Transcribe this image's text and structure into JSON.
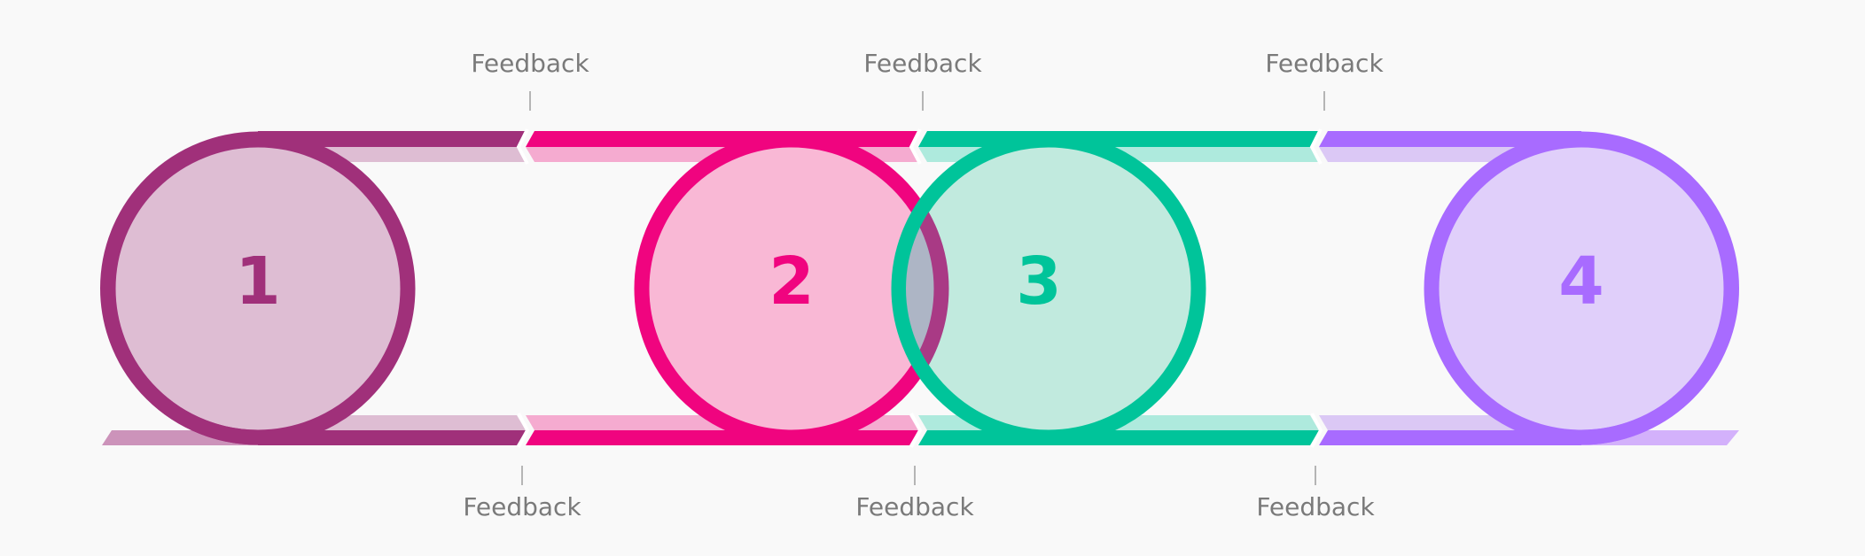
{
  "diagram": {
    "type": "iterative-process-cycle",
    "background": "#f9f9f9",
    "steps": [
      {
        "label": "1",
        "dark": "#A0307A",
        "band_light": "#DEBDD3",
        "fill": "#DEBDD3",
        "accent": "#CC93BA"
      },
      {
        "label": "2",
        "dark": "#F0047F",
        "band_light": "#F5ABD0",
        "fill": "#F9B8D5"
      },
      {
        "label": "3",
        "dark": "#00C49A",
        "band_light": "#AEEADD",
        "fill": "#C1EADE"
      },
      {
        "label": "4",
        "dark": "#A86BFF",
        "band_light": "#DBC8F5",
        "fill": "#E0CFFA",
        "accent": "#D3B1FB"
      }
    ],
    "feedback_top": [
      {
        "label": "Feedback"
      },
      {
        "label": "Feedback"
      },
      {
        "label": "Feedback"
      }
    ],
    "feedback_bottom": [
      {
        "label": "Feedback"
      },
      {
        "label": "Feedback"
      },
      {
        "label": "Feedback"
      }
    ],
    "label_color": "#7a7a7a"
  }
}
